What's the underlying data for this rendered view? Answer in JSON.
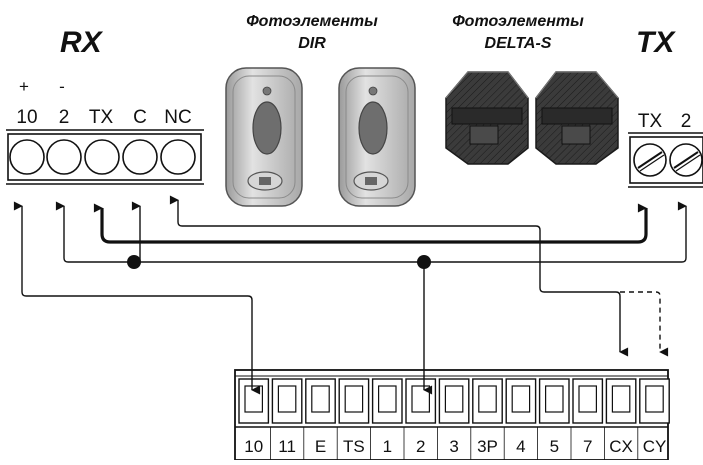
{
  "rx": {
    "title": "RX",
    "polarity": [
      "+",
      "-"
    ],
    "terminals": [
      "10",
      "2",
      "TX",
      "C",
      "NC"
    ]
  },
  "tx": {
    "title": "TX",
    "terminals": [
      "TX",
      "2"
    ]
  },
  "photocells": [
    {
      "line1": "Фотоэлементы",
      "line2": "DIR"
    },
    {
      "line1": "Фотоэлементы",
      "line2": "DELTA-S"
    }
  ],
  "board": {
    "terminals": [
      "10",
      "11",
      "E",
      "TS",
      "1",
      "2",
      "3",
      "3P",
      "4",
      "5",
      "7",
      "CX",
      "CY"
    ]
  },
  "colors": {
    "ink": "#111111",
    "dir_body": "#c8c8c8",
    "dir_lens": "#6e6e6e",
    "delta_body": "#3a3a3a"
  }
}
